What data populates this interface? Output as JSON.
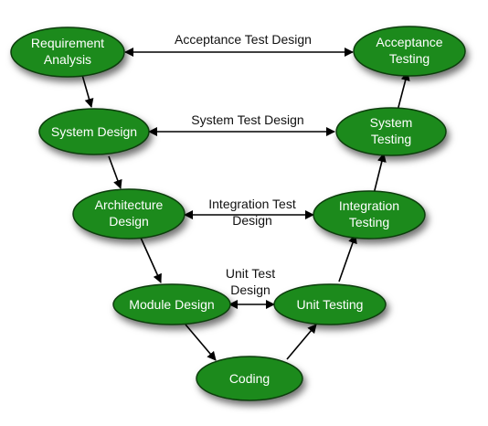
{
  "colors": {
    "node_fill": "#1e8a1e",
    "node_stroke": "#0a3d0a",
    "arrow": "#000000",
    "text_on_node": "#ffffff",
    "label_text": "#111111"
  },
  "nodes": {
    "requirement_analysis": {
      "lines": [
        "Requirement",
        "Analysis"
      ]
    },
    "system_design": {
      "lines": [
        "System Design"
      ]
    },
    "architecture_design": {
      "lines": [
        "Architecture",
        "Design"
      ]
    },
    "module_design": {
      "lines": [
        "Module Design"
      ]
    },
    "coding": {
      "lines": [
        "Coding"
      ]
    },
    "unit_testing": {
      "lines": [
        "Unit Testing"
      ]
    },
    "integration_testing": {
      "lines": [
        "Integration",
        "Testing"
      ]
    },
    "system_testing": {
      "lines": [
        "System",
        "Testing"
      ]
    },
    "acceptance_testing": {
      "lines": [
        "Acceptance",
        "Testing"
      ]
    }
  },
  "edges": {
    "acceptance_test_design": {
      "lines": [
        "Acceptance Test Design"
      ]
    },
    "system_test_design": {
      "lines": [
        "System Test Design"
      ]
    },
    "integration_test_design": {
      "lines": [
        "Integration Test",
        "Design"
      ]
    },
    "unit_test_design": {
      "lines": [
        "Unit Test",
        "Design"
      ]
    }
  }
}
